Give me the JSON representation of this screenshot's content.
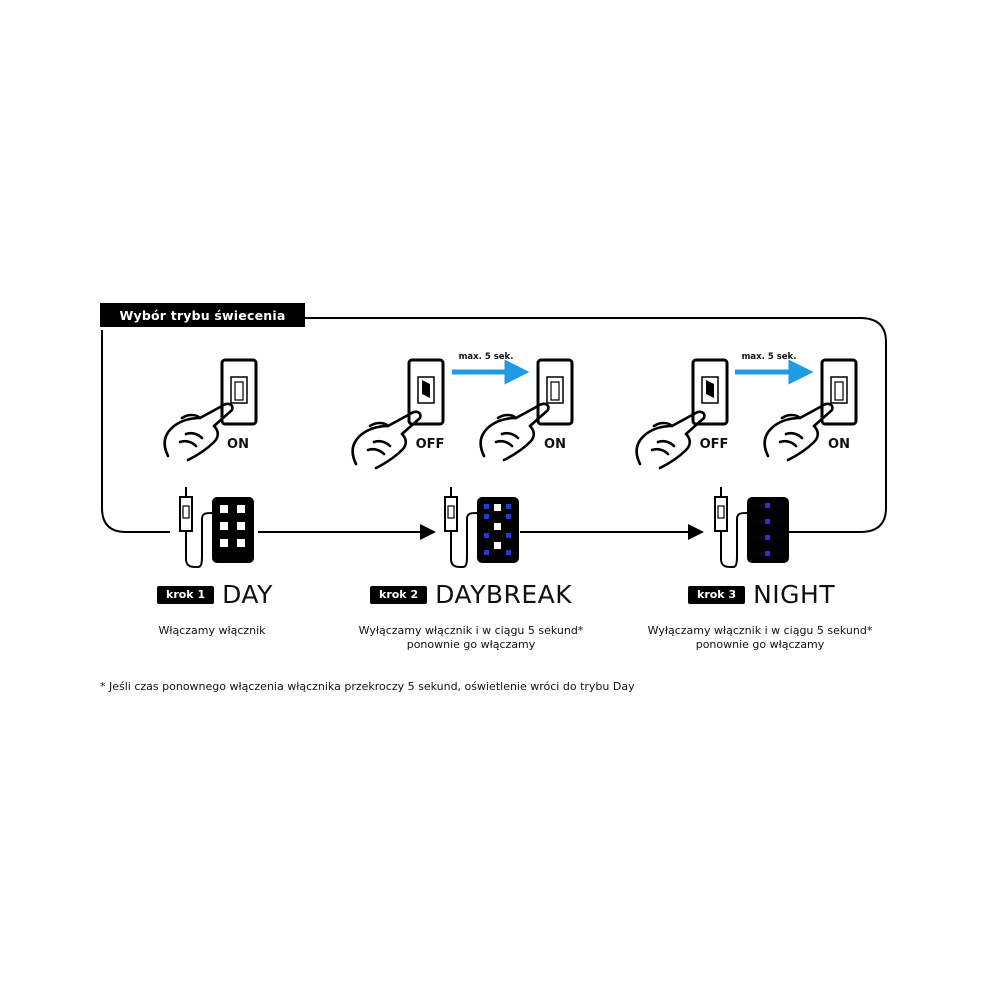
{
  "title": "Wybór trybu świecenia",
  "colors": {
    "accent": "#1e9be4",
    "led": "#1f3bd8",
    "ink": "#000000"
  },
  "switch_panels": [
    {
      "state": "ON"
    },
    {
      "state": "OFF"
    },
    {
      "state": "ON"
    },
    {
      "state": "OFF"
    },
    {
      "state": "ON"
    }
  ],
  "arrows": [
    {
      "label": "max. 5 sek."
    },
    {
      "label": "max. 5 sek."
    }
  ],
  "steps": [
    {
      "badge": "krok 1",
      "mode": "DAY",
      "description": "Włączamy włącznik"
    },
    {
      "badge": "krok 2",
      "mode": "DAYBREAK",
      "description": "Wyłączamy włącznik i w ciągu 5 sekund*\nponownie go włączamy"
    },
    {
      "badge": "krok 3",
      "mode": "NIGHT",
      "description": "Wyłączamy włącznik i w ciągu 5 sekund*\nponownie go włączamy"
    }
  ],
  "footnote": "* Jeśli czas ponownego włączenia włącznika przekroczy 5 sekund, oświetlenie wróci do trybu Day"
}
